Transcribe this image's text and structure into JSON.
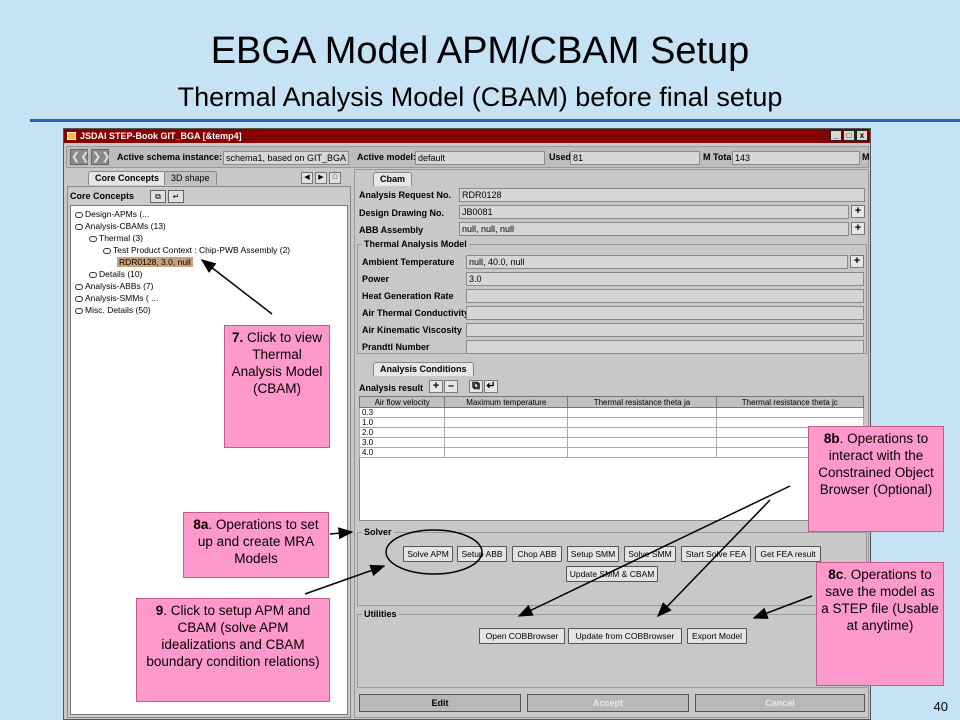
{
  "slide": {
    "title": "EBGA Model APM/CBAM Setup",
    "subtitle": "Thermal Analysis Model (CBAM) before final setup",
    "page_number": "40"
  },
  "window": {
    "title": "JSDAI STEP-Book GIT_BGA [&temp4]",
    "buttons": [
      "_",
      "□",
      "x"
    ]
  },
  "schema_bar": {
    "schema_label": "Active schema instance:",
    "schema_value": "schema1, based on GIT_BGA",
    "model_label": "Active model:",
    "model_value": "default",
    "used_label": "Used",
    "used_value": "81",
    "mtotal_label": "M Total",
    "mtotal_value": "143",
    "m_label": "M"
  },
  "left": {
    "tabs": [
      "Core Concepts",
      "3D shape"
    ],
    "header": "Core Concepts",
    "tree": [
      "Design-APMs (...",
      "Analysis-CBAMs (13)",
      "Thermal (3)",
      "Test Product Context : Chip-PWB Assembly (2)",
      "RDR0128, 3.0, null",
      "Details (10)",
      "Analysis-ABBs (7)",
      "Analysis-SMMs ( ...",
      "Misc. Details (50)"
    ]
  },
  "right": {
    "tab": "Cbam",
    "request_label": "Analysis Request No.",
    "request_value": "RDR0128",
    "drawing_label": "Design Drawing No.",
    "drawing_value": "JB0081",
    "abb_label": "ABB Assembly",
    "abb_value": "null, null, null",
    "thermal_group": "Thermal Analysis Model",
    "fields": [
      {
        "label": "Ambient Temperature",
        "value": "null, 40.0, null"
      },
      {
        "label": "Power",
        "value": "3.0"
      },
      {
        "label": "Heat Generation Rate",
        "value": ""
      },
      {
        "label": "Air Thermal Conductivity",
        "value": ""
      },
      {
        "label": "Air Kinematic Viscosity",
        "value": ""
      },
      {
        "label": "Prandtl Number",
        "value": ""
      }
    ],
    "conditions_tab": "Analysis Conditions",
    "result_label": "Analysis result",
    "table_headers": [
      "Air flow velocity",
      "Maximum temperature",
      "Thermal resistance theta ja",
      "Thermal resistance theta jc"
    ],
    "table_rows": [
      "0.3",
      "1.0",
      "2.0",
      "3.0",
      "4.0"
    ],
    "solver_label": "Solver",
    "solver_buttons": [
      "Solve APM",
      "Setup ABB",
      "Chop ABB",
      "Setup SMM",
      "Solve SMM",
      "Start Solve FEA",
      "Get FEA result"
    ],
    "update_button": "Update SMM & CBAM",
    "utilities_label": "Utilities",
    "utility_buttons": [
      "Open COBBrowser",
      "Update from COBBrowser",
      "Export Model"
    ],
    "bottom_buttons": [
      "Edit",
      "Accept",
      "Cancel"
    ]
  },
  "callouts": {
    "c7_num": "7.",
    "c7_text": "Click to view Thermal Analysis Model (CBAM)",
    "c8a_num": "8a",
    "c8a_text": ". Operations to set up and create MRA Models",
    "c9_num": "9",
    "c9_text": ". Click to setup APM and CBAM (solve APM idealizations and CBAM boundary condition relations)",
    "c8b_num": "8b",
    "c8b_text": ". Operations to interact with the Constrained Object Browser (Optional)",
    "c8c_num": "8c",
    "c8c_text": ". Operations to save the model as a STEP file (Usable at anytime)"
  },
  "colors": {
    "background": "#c6e3f5",
    "callout": "#ff99cc",
    "titlebar": "#840000",
    "rule": "#2f5fb3"
  }
}
